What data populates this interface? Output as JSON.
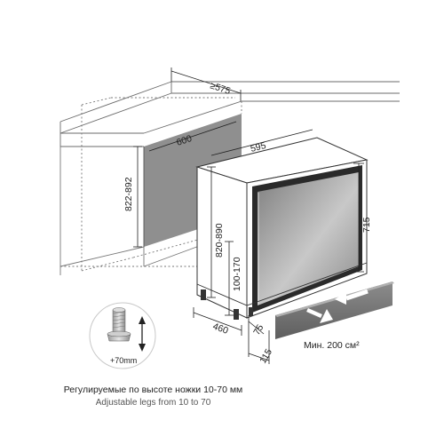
{
  "dimensions": {
    "niche_depth": "≥575",
    "niche_width": "600",
    "niche_height": "822-892",
    "unit_width": "595",
    "unit_height_range": "820-890",
    "door_height": "715",
    "unit_depth": "460",
    "leg_height": "100-170",
    "door_offset": "75",
    "grille_depth": "115"
  },
  "labels": {
    "ventilation": "Мин. 200 см²",
    "leg_adjust": "+70mm"
  },
  "captions": {
    "ru": "Регулируемые по высоте ножки 10-70 мм",
    "en": "Adjustable legs from 10 to 70"
  }
}
